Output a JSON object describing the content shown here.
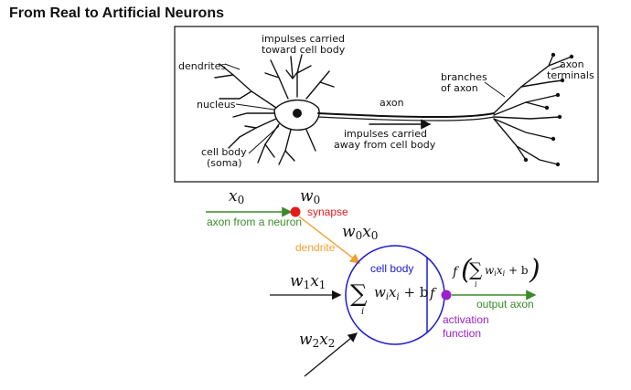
{
  "title": "From Real to Artificial Neurons",
  "biological": {
    "dendrites": "dendrites",
    "impulses_in_1": "impulses carried",
    "impulses_in_2": "toward cell body",
    "nucleus": "nucleus",
    "axon": "axon",
    "impulses_out_1": "impulses carried",
    "impulses_out_2": "away from cell body",
    "cell_body_1": "cell body",
    "cell_body_2": "(soma)",
    "branches_1": "branches",
    "branches_2": "of axon",
    "terminals_1": "axon",
    "terminals_2": "terminals"
  },
  "artificial": {
    "x0": "x",
    "x0_sub": "0",
    "w0": "w",
    "w0_sub": "0",
    "synapse": "synapse",
    "axon_from_neuron": "axon from a neuron",
    "w0x0_a": "w",
    "w0x0_a_sub": "0",
    "w0x0_b": "x",
    "w0x0_b_sub": "0",
    "dendrite": "dendrite",
    "cell_body": "cell body",
    "w1x1_a": "w",
    "w1x1_a_sub": "1",
    "w1x1_b": "x",
    "w1x1_b_sub": "1",
    "w2x2_a": "w",
    "w2x2_a_sub": "2",
    "w2x2_b": "x",
    "w2x2_b_sub": "2",
    "sum_symbol": "∑",
    "sum_index": "i",
    "sum_expr_w": "w",
    "sum_expr_i1": "i",
    "sum_expr_x": "x",
    "sum_expr_i2": "i",
    "sum_expr_b": " + b",
    "f_symbol": "f",
    "output_f": "f",
    "output_expr": "w",
    "output_i1": "i",
    "output_x": "x",
    "output_i2": "i",
    "output_b": " + b",
    "output_sum": "∑",
    "output_sum_i": "i",
    "output_axon": "output axon",
    "activation_1": "activation",
    "activation_2": "function"
  },
  "colors": {
    "green": "#3a8a2a",
    "red": "#e3191c",
    "orange": "#f0a030",
    "blue": "#1a1ad0",
    "purple": "#9a22c8"
  }
}
